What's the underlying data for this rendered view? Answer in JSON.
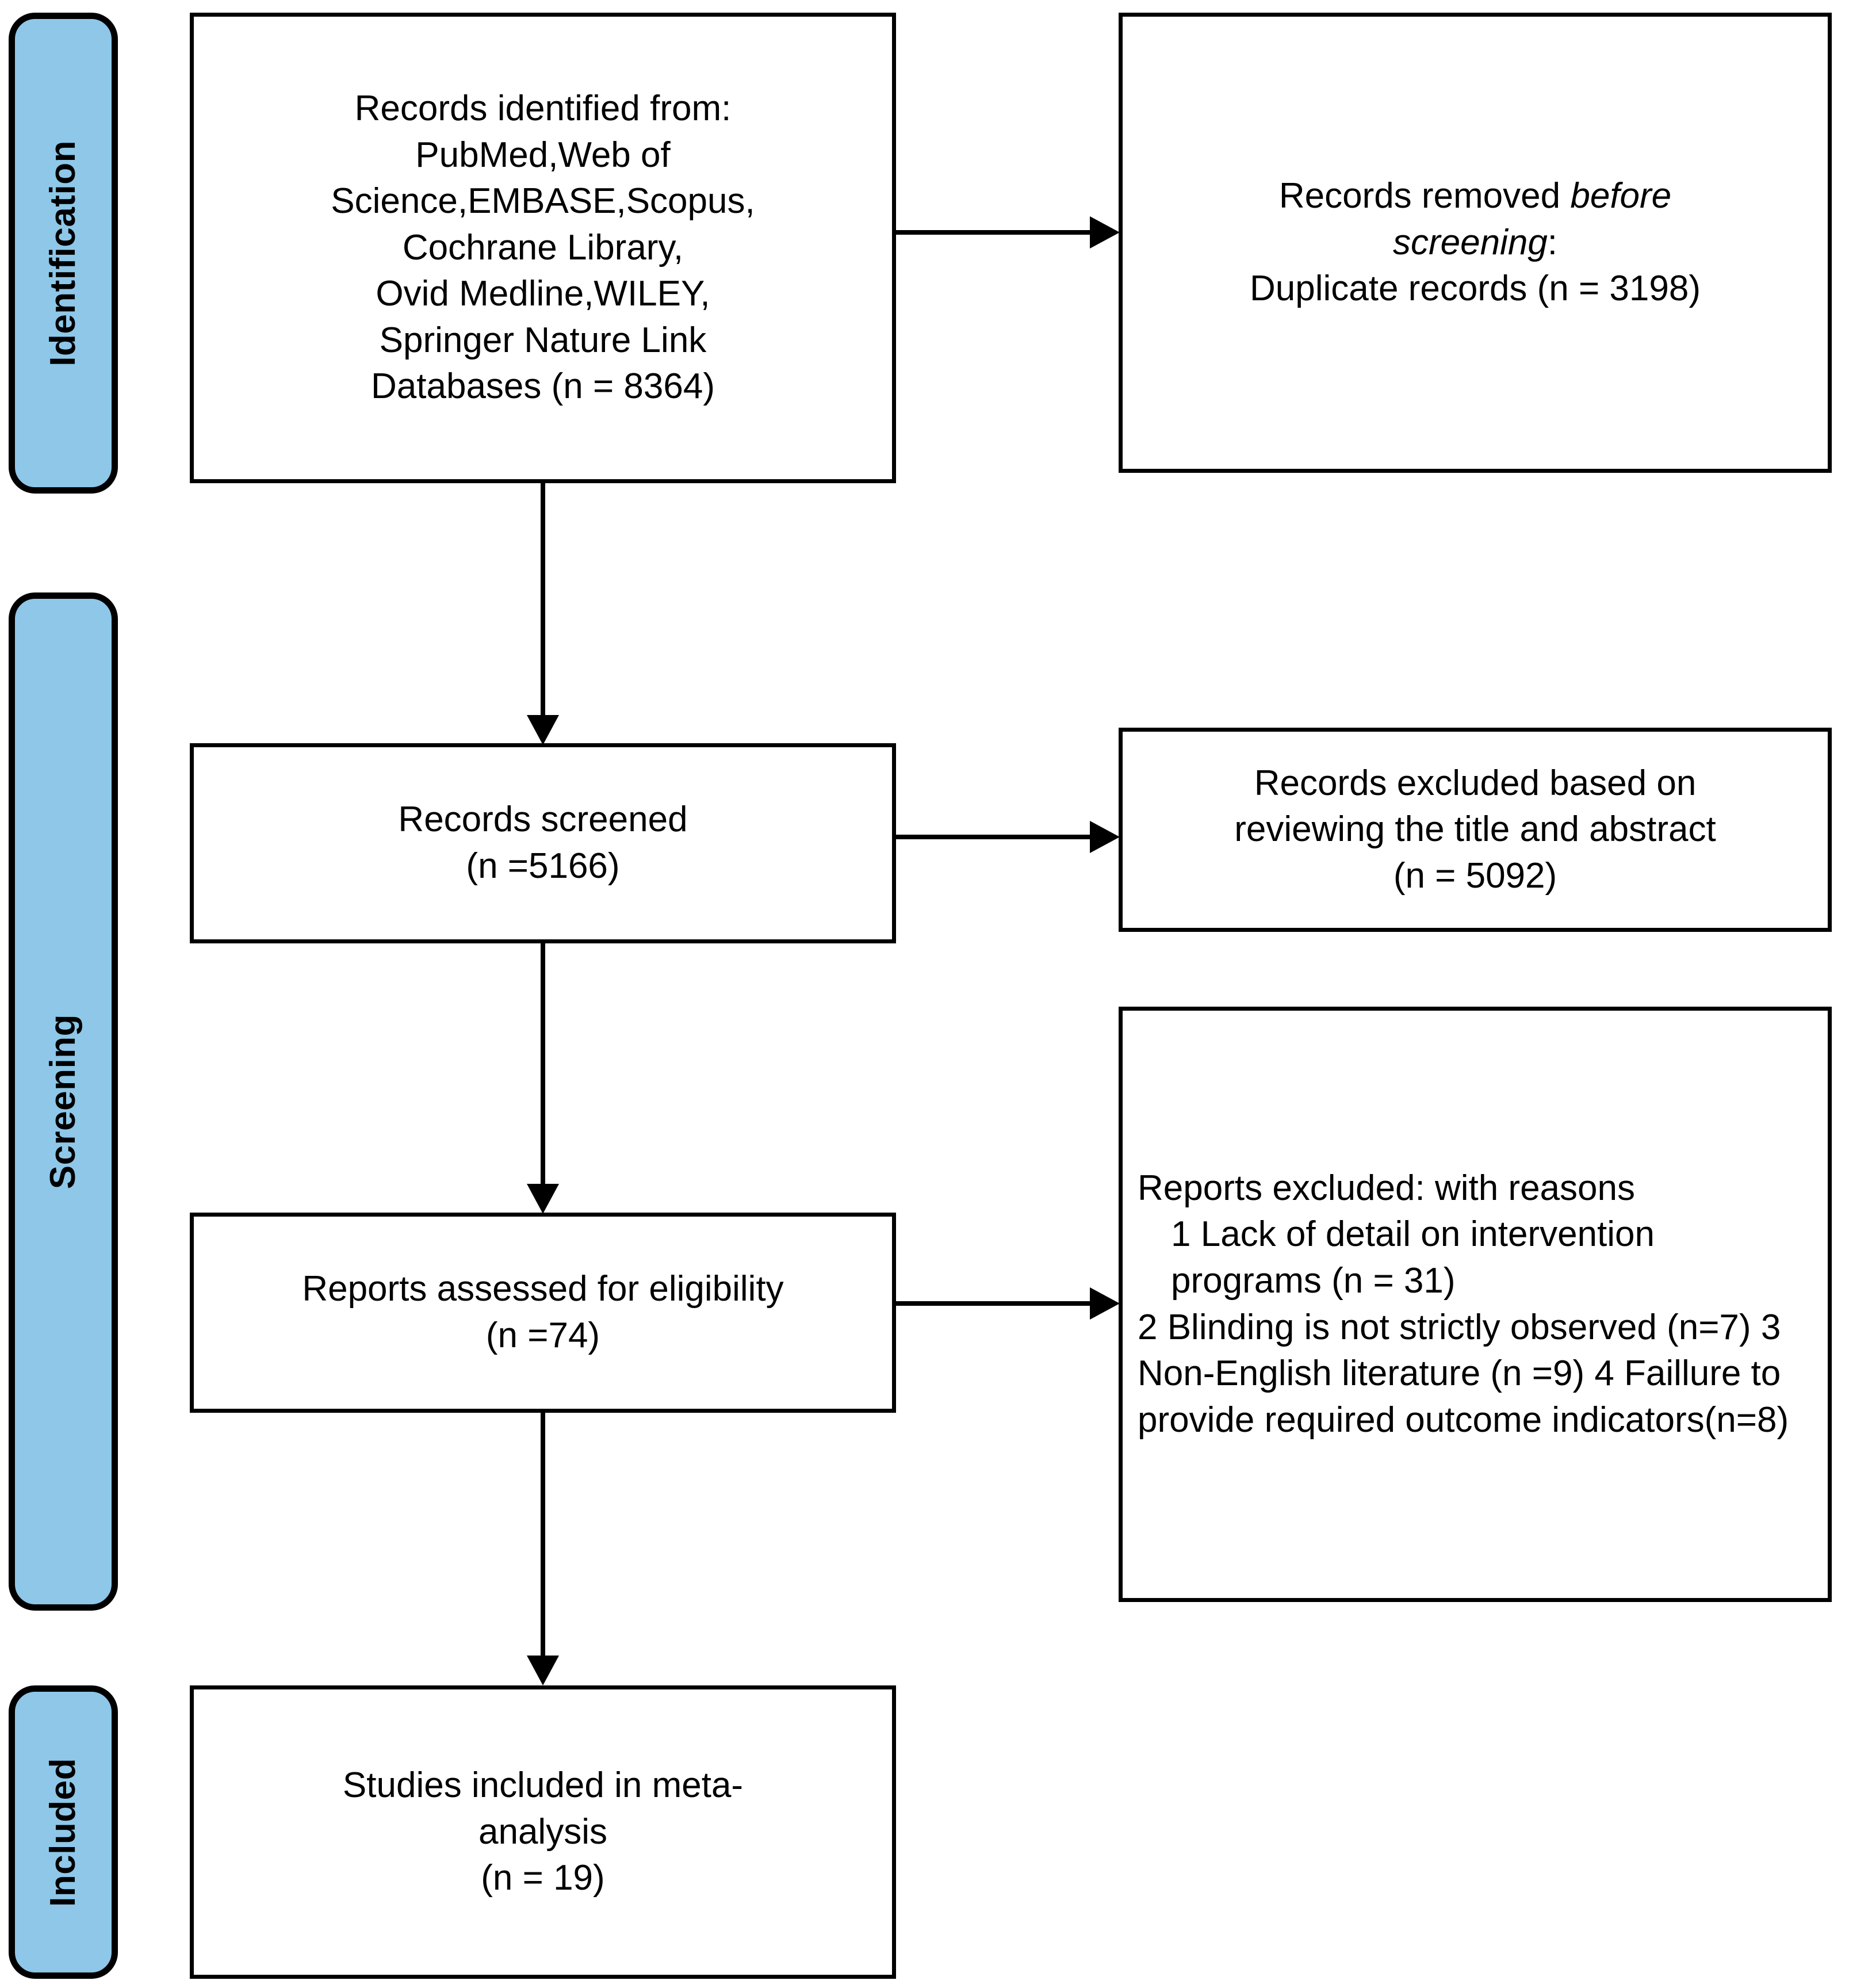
{
  "diagram": {
    "title": "PRISMA flow diagram",
    "accent_color": "#8ec7e8",
    "border_color": "#000000",
    "background_color": "#ffffff"
  },
  "stages": [
    {
      "key": "identification",
      "label": "Identification"
    },
    {
      "key": "screening",
      "label": "Screening"
    },
    {
      "key": "included",
      "label": "Included"
    }
  ],
  "boxes": {
    "identified": {
      "lines": [
        "Records identified from:",
        "PubMed,Web of",
        "Science,EMBASE,Scopus,",
        "Cochrane Library,",
        "Ovid Medline,WILEY,",
        "Springer Nature Link",
        "Databases (n = 8364)"
      ],
      "count": 8364
    },
    "removed": {
      "line1_prefix": "Records removed ",
      "line1_italic": "before",
      "line2_italic": "screening",
      "line2_suffix": ":",
      "line3": "Duplicate records (n = 3198)",
      "count": 3198
    },
    "screened": {
      "line1": "Records screened",
      "line2": "(n =5166)",
      "count": 5166
    },
    "excluded_title_abstract": {
      "line1": "Records excluded based on",
      "line2": "reviewing the title and abstract",
      "line3": "(n = 5092)",
      "count": 5092
    },
    "assessed": {
      "line1": "Reports assessed for eligibility",
      "line2": "(n =74)",
      "count": 74
    },
    "reports_excluded": {
      "heading": "Reports excluded: with reasons",
      "reasons": [
        "1 Lack of detail on intervention programs (n = 31)",
        "2 Blinding is not strictly observed (n=7)",
        "3 Non-English literature (n =9)",
        "4 Faillure to provide required outcome indicators(n=8)"
      ],
      "counts": [
        31,
        7,
        9,
        8
      ]
    },
    "included_studies": {
      "line1": "Studies included in meta-",
      "line2": "analysis",
      "line3": "(n = 19)",
      "count": 19
    }
  },
  "connectors": [
    {
      "name": "identified-to-removed",
      "type": "horizontal-arrow"
    },
    {
      "name": "identified-to-screened",
      "type": "vertical-arrow"
    },
    {
      "name": "screened-to-excluded",
      "type": "horizontal-arrow"
    },
    {
      "name": "screened-to-assessed",
      "type": "vertical-arrow"
    },
    {
      "name": "assessed-to-reports-excluded",
      "type": "horizontal-arrow"
    },
    {
      "name": "assessed-to-included",
      "type": "vertical-arrow"
    }
  ]
}
